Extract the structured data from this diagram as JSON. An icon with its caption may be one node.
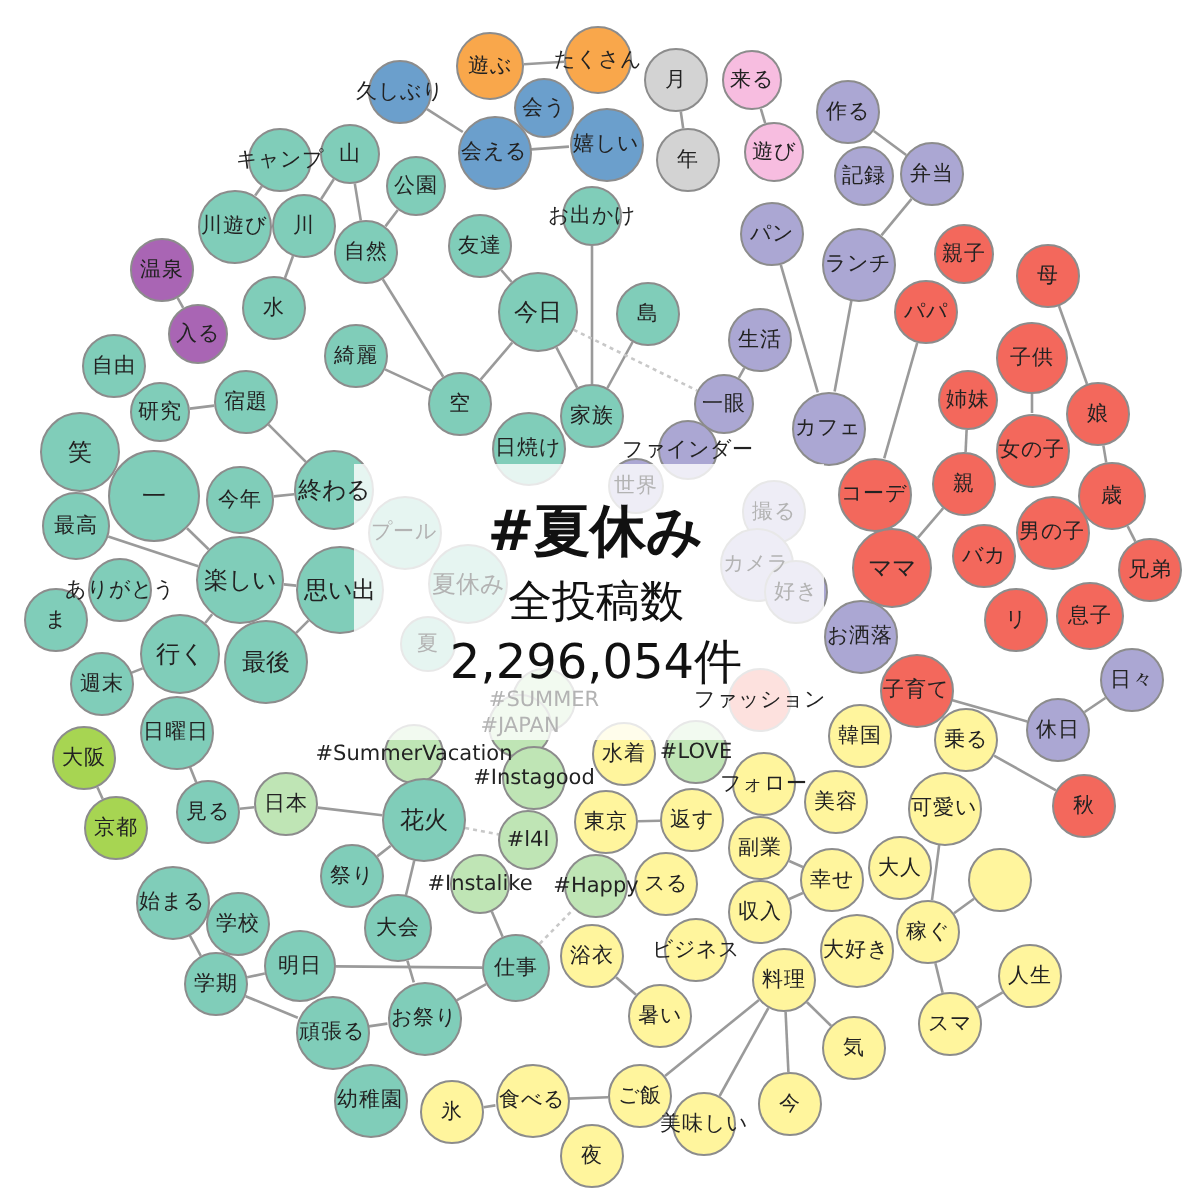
{
  "diagram": {
    "title": "#夏休み",
    "labels": [
      "全投稿数",
      "2,296,054件"
    ],
    "nodes": [
      {
        "text": [
          "遊ぶ"
        ]
      },
      {
        "text": [
          "たくさん"
        ]
      },
      {
        "text": [
          "月"
        ]
      },
      {
        "text": [
          "来る"
        ]
      },
      {
        "text": [
          "作る"
        ]
      },
      {
        "text": [
          "久しぶり"
        ]
      },
      {
        "text": [
          "会う"
        ]
      },
      {
        "text": [
          "遊び"
        ]
      },
      {
        "text": [
          "会える"
        ]
      },
      {
        "text": [
          "嬉しい"
        ]
      },
      {
        "text": [
          "年"
        ]
      },
      {
        "text": [
          "キャンプ"
        ]
      },
      {
        "text": [
          "山"
        ]
      },
      {
        "text": [
          "記録"
        ]
      },
      {
        "text": [
          "弁当"
        ]
      },
      {
        "text": [
          "公園"
        ]
      },
      {
        "text": [
          "お出かけ"
        ]
      },
      {
        "text": [
          "川遊び"
        ]
      },
      {
        "text": [
          "川"
        ]
      },
      {
        "text": [
          "パン"
        ]
      },
      {
        "text": [
          "自然"
        ]
      },
      {
        "text": [
          "友達"
        ]
      },
      {
        "text": [
          "親子"
        ]
      },
      {
        "text": [
          "ランチ"
        ]
      },
      {
        "text": [
          "温泉"
        ]
      },
      {
        "text": [
          "母"
        ]
      },
      {
        "text": [
          "水"
        ]
      },
      {
        "text": [
          "今日"
        ]
      },
      {
        "text": [
          "パパ"
        ]
      },
      {
        "text": [
          "島"
        ]
      },
      {
        "text": [
          "入る"
        ]
      },
      {
        "text": [
          "生活"
        ]
      },
      {
        "text": [
          "綺麗"
        ]
      },
      {
        "text": [
          "子供"
        ]
      },
      {
        "text": [
          "自由"
        ]
      },
      {
        "text": [
          "姉妹"
        ]
      },
      {
        "text": [
          "研究"
        ]
      },
      {
        "text": [
          "宿題"
        ]
      },
      {
        "text": [
          "空"
        ]
      },
      {
        "text": [
          "家族"
        ]
      },
      {
        "text": [
          "一眼"
        ]
      },
      {
        "text": [
          "娘"
        ]
      },
      {
        "text": [
          "カフェ"
        ]
      },
      {
        "text": [
          "笑"
        ]
      },
      {
        "text": [
          "日焼け"
        ]
      },
      {
        "text": [
          "ファインダー"
        ]
      },
      {
        "text": [
          "女の子"
        ]
      },
      {
        "text": [
          "世界"
        ]
      },
      {
        "text": [
          "一"
        ]
      },
      {
        "text": [
          "終わる"
        ]
      },
      {
        "text": [
          "歳"
        ]
      },
      {
        "text": [
          "親"
        ]
      },
      {
        "text": [
          "コーデ"
        ]
      },
      {
        "text": [
          "今年"
        ]
      },
      {
        "text": [
          "撮る"
        ]
      },
      {
        "text": [
          "最高"
        ]
      },
      {
        "text": [
          "兄弟"
        ]
      },
      {
        "text": [
          "ママ"
        ]
      },
      {
        "text": [
          "バカ"
        ]
      },
      {
        "text": [
          "プール"
        ]
      },
      {
        "text": [
          "男の子"
        ]
      },
      {
        "text": [
          "カメラ"
        ]
      },
      {
        "text": [
          "楽しい"
        ]
      },
      {
        "text": [
          "思い出"
        ]
      },
      {
        "text": [
          "ありがとう"
        ]
      },
      {
        "text": [
          "夏休み"
        ]
      },
      {
        "text": [
          "リ"
        ]
      },
      {
        "text": [
          "好き"
        ]
      },
      {
        "text": [
          "息子"
        ]
      },
      {
        "text": [
          "ま"
        ]
      },
      {
        "text": [
          "夏"
        ]
      },
      {
        "text": [
          "お洒落"
        ]
      },
      {
        "text": [
          "ファッション"
        ]
      },
      {
        "text": [
          "行く"
        ]
      },
      {
        "text": [
          "最後"
        ]
      },
      {
        "text": [
          "日々"
        ]
      },
      {
        "text": [
          "子育て"
        ]
      },
      {
        "text": [
          "週末"
        ]
      },
      {
        "text": [
          "#SUMMER"
        ]
      },
      {
        "text": [
          "#JAPAN"
        ]
      },
      {
        "text": [
          "日曜日"
        ]
      },
      {
        "text": [
          "休日"
        ]
      },
      {
        "text": [
          "韓国"
        ]
      },
      {
        "text": [
          "乗る"
        ]
      },
      {
        "text": [
          "#SummerVacation"
        ]
      },
      {
        "text": [
          "大阪"
        ]
      },
      {
        "text": [
          "水着"
        ]
      },
      {
        "text": [
          "#LOVE"
        ]
      },
      {
        "text": [
          "#Instagood"
        ]
      },
      {
        "text": [
          "フォロー"
        ]
      },
      {
        "text": [
          "美容"
        ]
      },
      {
        "text": [
          "可愛い"
        ]
      },
      {
        "text": [
          "見る"
        ]
      },
      {
        "text": [
          "日本"
        ]
      },
      {
        "text": [
          "花火"
        ]
      },
      {
        "text": [
          "秋"
        ]
      },
      {
        "text": [
          "返す"
        ]
      },
      {
        "text": [
          "大人"
        ]
      },
      {
        "text": [
          "東京"
        ]
      },
      {
        "text": [
          "副業"
        ]
      },
      {
        "text": [
          "京都"
        ]
      },
      {
        "text": [
          "#l4l"
        ]
      },
      {
        "text": [
          "#Happy"
        ]
      },
      {
        "text": [
          "収入"
        ]
      },
      {
        "text": [
          "祭り"
        ]
      },
      {
        "text": [
          "#Instalike"
        ]
      },
      {
        "text": [],
        "shape": "circle"
      },
      {
        "text": [
          "スる"
        ]
      },
      {
        "text": [
          "幸せ"
        ]
      },
      {
        "text": [
          "稼ぐ"
        ]
      },
      {
        "text": [
          "始まる"
        ]
      },
      {
        "text": [
          "ビジネス"
        ]
      },
      {
        "text": [
          "浴衣"
        ]
      },
      {
        "text": [
          "学校"
        ]
      },
      {
        "text": [
          "大会"
        ]
      },
      {
        "text": [
          "料理"
        ]
      },
      {
        "text": [
          "大好き"
        ]
      },
      {
        "text": [
          "暑い"
        ]
      },
      {
        "text": [
          "人生"
        ]
      },
      {
        "text": [
          "明日"
        ]
      },
      {
        "text": [
          "仕事"
        ]
      },
      {
        "text": [
          "学期"
        ]
      },
      {
        "text": [
          "スマ"
        ]
      },
      {
        "text": [
          "頑張る"
        ]
      },
      {
        "text": [
          "お祭り"
        ]
      },
      {
        "text": [
          "気"
        ]
      },
      {
        "text": [
          "幼稚園"
        ]
      },
      {
        "text": [
          "今"
        ]
      },
      {
        "text": [
          "ご飯"
        ]
      },
      {
        "text": [
          "食べる"
        ]
      },
      {
        "text": [
          "氷"
        ]
      },
      {
        "text": [
          "美味しい"
        ]
      },
      {
        "text": [
          "夜"
        ]
      }
    ],
    "edges": [
      {
        "from": 0,
        "to": 1,
        "arrow": "none"
      },
      {
        "from": 5,
        "to": 8,
        "arrow": "none"
      },
      {
        "from": 8,
        "to": 9,
        "arrow": "none"
      },
      {
        "from": 2,
        "to": 10,
        "arrow": "none"
      },
      {
        "from": 3,
        "to": 7,
        "arrow": "none"
      },
      {
        "from": 4,
        "to": 14,
        "arrow": "none"
      },
      {
        "from": 14,
        "to": 23,
        "arrow": "none"
      },
      {
        "from": 19,
        "to": 42,
        "arrow": "none"
      },
      {
        "from": 23,
        "to": 42,
        "arrow": "none"
      },
      {
        "from": 31,
        "to": 40,
        "arrow": "none"
      },
      {
        "from": 11,
        "to": 17,
        "arrow": "none"
      },
      {
        "from": 12,
        "to": 18,
        "arrow": "none"
      },
      {
        "from": 12,
        "to": 20,
        "arrow": "none"
      },
      {
        "from": 15,
        "to": 20,
        "arrow": "none"
      },
      {
        "from": 18,
        "to": 26,
        "arrow": "none"
      },
      {
        "from": 20,
        "to": 38,
        "arrow": "none"
      },
      {
        "from": 32,
        "to": 38,
        "arrow": "none"
      },
      {
        "from": 27,
        "to": 38,
        "arrow": "none"
      },
      {
        "from": 21,
        "to": 27,
        "arrow": "none"
      },
      {
        "from": 27,
        "to": 39,
        "arrow": "none"
      },
      {
        "from": 16,
        "to": 39,
        "arrow": "none"
      },
      {
        "from": 29,
        "to": 39,
        "arrow": "none"
      },
      {
        "from": 24,
        "to": 30,
        "arrow": "none"
      },
      {
        "from": 27,
        "to": 40,
        "arrow": "none",
        "style": "dashed",
        "color": "#c8c8c8"
      },
      {
        "from": 25,
        "to": 41,
        "arrow": "none"
      },
      {
        "from": 28,
        "to": 52,
        "arrow": "none"
      },
      {
        "from": 33,
        "to": 46,
        "arrow": "none"
      },
      {
        "from": 35,
        "to": 51,
        "arrow": "none"
      },
      {
        "from": 41,
        "to": 50,
        "arrow": "none"
      },
      {
        "from": 50,
        "to": 56,
        "arrow": "none"
      },
      {
        "from": 57,
        "to": 51,
        "arrow": "none"
      },
      {
        "from": 76,
        "to": 81,
        "arrow": "none"
      },
      {
        "from": 75,
        "to": 81,
        "arrow": "none"
      },
      {
        "from": 83,
        "to": 95,
        "arrow": "none"
      },
      {
        "from": 36,
        "to": 37,
        "arrow": "none"
      },
      {
        "from": 37,
        "to": 49,
        "arrow": "none"
      },
      {
        "from": 49,
        "to": 53,
        "arrow": "none"
      },
      {
        "from": 48,
        "to": 62,
        "arrow": "none"
      },
      {
        "from": 55,
        "to": 62,
        "arrow": "none"
      },
      {
        "from": 62,
        "to": 63,
        "arrow": "none"
      },
      {
        "from": 73,
        "to": 62,
        "arrow": "none"
      },
      {
        "from": 74,
        "to": 63,
        "arrow": "none"
      },
      {
        "from": 77,
        "to": 73,
        "arrow": "none"
      },
      {
        "from": 80,
        "to": 92,
        "arrow": "none"
      },
      {
        "from": 85,
        "to": 100,
        "arrow": "none"
      },
      {
        "from": 92,
        "to": 93,
        "arrow": "none"
      },
      {
        "from": 93,
        "to": 94,
        "arrow": "none"
      },
      {
        "from": 94,
        "to": 104,
        "arrow": "none"
      },
      {
        "from": 94,
        "to": 114,
        "arrow": "none"
      },
      {
        "from": 110,
        "to": 121,
        "arrow": "none"
      },
      {
        "from": 121,
        "to": 119,
        "arrow": "none"
      },
      {
        "from": 121,
        "to": 123,
        "arrow": "none"
      },
      {
        "from": 119,
        "to": 120,
        "arrow": "none"
      },
      {
        "from": 123,
        "to": 124,
        "arrow": "none"
      },
      {
        "from": 114,
        "to": 124,
        "arrow": "none"
      },
      {
        "from": 124,
        "to": 120,
        "arrow": "none"
      },
      {
        "from": 120,
        "to": 105,
        "arrow": "none"
      },
      {
        "from": 94,
        "to": 101,
        "arrow": "none",
        "style": "dashed",
        "color": "#c8c8c8"
      },
      {
        "from": 120,
        "to": 102,
        "arrow": "none",
        "style": "dashed",
        "color": "#c8c8c8"
      },
      {
        "from": 130,
        "to": 129,
        "arrow": "none"
      },
      {
        "from": 129,
        "to": 128,
        "arrow": "none"
      },
      {
        "from": 128,
        "to": 115,
        "arrow": "none"
      },
      {
        "from": 131,
        "to": 115,
        "arrow": "none"
      },
      {
        "from": 127,
        "to": 115,
        "arrow": "none"
      },
      {
        "from": 115,
        "to": 125,
        "arrow": "none"
      },
      {
        "from": 109,
        "to": 122,
        "arrow": "none"
      },
      {
        "from": 122,
        "to": 118,
        "arrow": "none"
      },
      {
        "from": 91,
        "to": 109,
        "arrow": "none"
      },
      {
        "from": 109,
        "to": 106,
        "arrow": "none"
      },
      {
        "from": 117,
        "to": 112,
        "arrow": "none"
      },
      {
        "from": 103,
        "to": 108,
        "arrow": "none"
      },
      {
        "from": 99,
        "to": 108,
        "arrow": "none"
      },
      {
        "from": 98,
        "to": 96,
        "arrow": "none"
      }
    ]
  }
}
